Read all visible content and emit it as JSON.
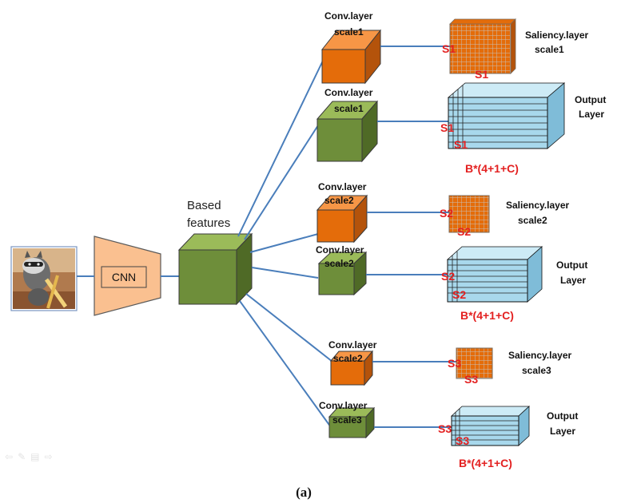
{
  "figure": {
    "caption": "(a)",
    "backbone_label": "CNN",
    "based_features_label": [
      "Based",
      "features"
    ]
  },
  "branches": [
    {
      "conv_title": "Conv.layer",
      "conv_scale": "scale1",
      "conv_color": "orange",
      "head": "saliency",
      "head_title": "Saliency.layer",
      "head_scale": "scale1",
      "mark_left": "S1",
      "mark_bottom": "S1"
    },
    {
      "conv_title": "Conv.layer",
      "conv_scale": "scale1",
      "conv_color": "green",
      "head": "output",
      "head_title": "Output",
      "head_scale": "Layer",
      "mark_left": "S1",
      "mark_bottom": "S1",
      "formula": "B*(4+1+C)"
    },
    {
      "conv_title": "Conv.layer",
      "conv_scale": "scale2",
      "conv_color": "orange",
      "head": "saliency",
      "head_title": "Saliency.layer",
      "head_scale": "scale2",
      "mark_left": "S2",
      "mark_bottom": "S2"
    },
    {
      "conv_title": "Conv.layer",
      "conv_scale": "scale2",
      "conv_color": "green",
      "head": "output",
      "head_title": "Output",
      "head_scale": "Layer",
      "mark_left": "S2",
      "mark_bottom": "S2",
      "formula": "B*(4+1+C)"
    },
    {
      "conv_title": "Conv.layer",
      "conv_scale": "scale2",
      "conv_color": "orange",
      "head": "saliency",
      "head_title": "Saliency.layer",
      "head_scale": "scale3",
      "mark_left": "S3",
      "mark_bottom": "S3"
    },
    {
      "conv_title": "Conv.layer",
      "conv_scale": "scale3",
      "conv_color": "green",
      "head": "output",
      "head_title": "Output",
      "head_scale": "Layer",
      "mark_left": "S3",
      "mark_bottom": "S3",
      "formula": "B*(4+1+C)"
    }
  ],
  "colors": {
    "orange_front": "#e46c0a",
    "orange_top": "#f79646",
    "orange_side": "#b4530b",
    "green_front": "#6e8e3a",
    "green_top": "#9bbb59",
    "green_side": "#4f6a26",
    "cnn_fill": "#fac090",
    "output_fill": "#a8d8ec",
    "line_blue": "#4a7ebb",
    "label_red": "#e32020"
  },
  "nav_icons": [
    "arrow-left-icon",
    "pencil-icon",
    "menu-icon",
    "arrow-right-icon"
  ]
}
